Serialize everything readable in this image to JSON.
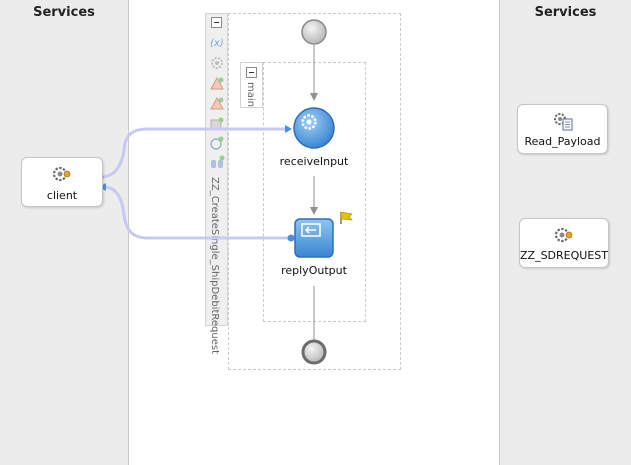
{
  "lanes": {
    "left_title": "Services",
    "right_title": "Services"
  },
  "services": {
    "client": {
      "label": "client",
      "icon": "gear-service-icon"
    },
    "read_payload": {
      "label": "Read_Payload",
      "icon": "gear-document-icon"
    },
    "sdrequest": {
      "label": "ZZ_SDREQUEST",
      "icon": "gear-service-icon"
    }
  },
  "process": {
    "name": "ZZ_CreateSingle_ShipDebitRequest",
    "scope_label": "main",
    "toolbar_icons": [
      "collapse-icon",
      "variables-icon",
      "gear-icon",
      "correlation-icon",
      "message-icon",
      "partner-link-icon",
      "event-icon",
      "binoculars-icon"
    ]
  },
  "activities": {
    "receive": {
      "label": "receiveInput",
      "icon": "receive-gear-icon"
    },
    "reply": {
      "label": "replyOutput",
      "icon": "reply-icon",
      "flag": "warning-flag-icon"
    }
  },
  "colors": {
    "wire": "#c8c8f4",
    "wire_end": "#4a90d8",
    "activity_fill": "#5ea3e3",
    "activity_stroke": "#2e6fb8",
    "flag": "#e8c000"
  }
}
